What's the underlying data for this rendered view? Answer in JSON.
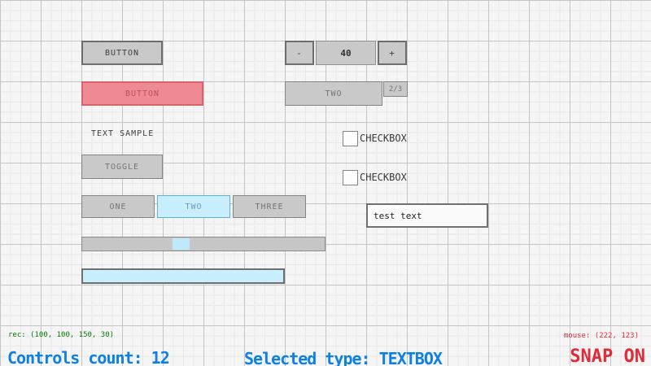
{
  "colors": {
    "bg": "#f5f5f5",
    "grid_minor": "#e8e8e8",
    "grid_major": "#c4c4c4",
    "gray_fill": "#c9c9c9",
    "border_gray": "#848484",
    "border_dark": "#6d6d6d",
    "text_dark": "#3f3f3f",
    "text_gray": "#757575",
    "pink_fill": "#ee8b92",
    "pink_border": "#d9626d",
    "pink_text": "#c25058",
    "blue_fill": "#c9effe",
    "blue_border": "#5bb2d9",
    "blue_text": "#6c9bbc",
    "accent_blue": "#0d80e4",
    "accent_red": "#e62937",
    "accent_green": "#067d06"
  },
  "controls": {
    "button_default": {
      "label": "BUTTON"
    },
    "button_danger": {
      "label": "BUTTON"
    },
    "text_sample": {
      "text": "TEXT SAMPLE"
    },
    "toggle": {
      "label": "TOGGLE"
    },
    "toggle_group": {
      "options": [
        "ONE",
        "TWO",
        "THREE"
      ],
      "selected": "TWO"
    },
    "spinner": {
      "minus_label": "-",
      "value": "40",
      "plus_label": "+"
    },
    "combobox": {
      "value": "TWO",
      "counter": "2/3"
    },
    "checkbox_1": {
      "label": "CHECKBOX",
      "checked": false
    },
    "checkbox_2": {
      "label": "CHECKBOX",
      "checked": false
    },
    "textbox": {
      "value": "test text"
    },
    "slider": {
      "value_pct": 38
    },
    "progressbar": {
      "value_pct": 100
    }
  },
  "statusbar": {
    "rec": "rec: (100, 100, 150, 30)",
    "controls_count": "Controls count: 12",
    "selected_type": "Selected type: TEXTBOX",
    "mouse": "mouse: (222, 123)",
    "snap": "SNAP ON"
  }
}
